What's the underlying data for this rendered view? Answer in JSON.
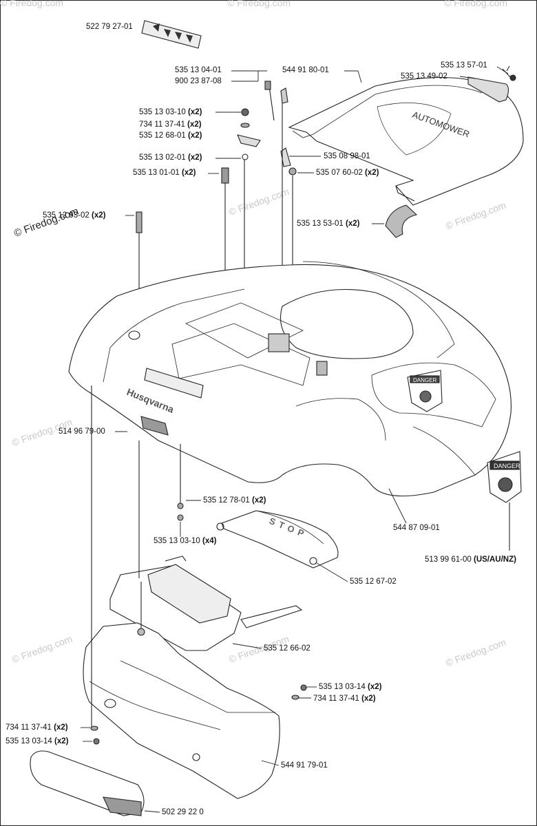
{
  "watermark": {
    "text": "© Firedog.com",
    "primary": "© Firedog.com"
  },
  "parts": [
    {
      "id": "p1",
      "number": "522 79 27-01",
      "qty": ""
    },
    {
      "id": "p2",
      "number": "535 13 04-01",
      "qty": ""
    },
    {
      "id": "p3",
      "number": "900 23 87-08",
      "qty": ""
    },
    {
      "id": "p4",
      "number": "544 91 80-01",
      "qty": ""
    },
    {
      "id": "p5",
      "number": "535 13 57-01",
      "qty": ""
    },
    {
      "id": "p6",
      "number": "535 13 49-02",
      "qty": ""
    },
    {
      "id": "p7",
      "number": "535 13 03-10",
      "qty": "(x2)"
    },
    {
      "id": "p8",
      "number": "734 11 37-41",
      "qty": "(x2)"
    },
    {
      "id": "p9",
      "number": "535 12 68-01",
      "qty": "(x2)"
    },
    {
      "id": "p10",
      "number": "535 13 02-01",
      "qty": "(x2)"
    },
    {
      "id": "p11",
      "number": "535 08 98-01",
      "qty": ""
    },
    {
      "id": "p12",
      "number": "535 13 01-01",
      "qty": "(x2)"
    },
    {
      "id": "p13",
      "number": "535 07 60-02",
      "qty": "(x2)"
    },
    {
      "id": "p14",
      "number": "535 12 93-02",
      "qty": "(x2)"
    },
    {
      "id": "p15",
      "number": "535 13 53-01",
      "qty": "(x2)"
    },
    {
      "id": "p16",
      "number": "514 96 79-00",
      "qty": ""
    },
    {
      "id": "p17",
      "number": "535 12 78-01",
      "qty": "(x2)"
    },
    {
      "id": "p18",
      "number": "535 13 03-10",
      "qty": "(x4)"
    },
    {
      "id": "p19",
      "number": "544 87 09-01",
      "qty": ""
    },
    {
      "id": "p20",
      "number": "513 99 61-00",
      "qty": "(US/AU/NZ)"
    },
    {
      "id": "p21",
      "number": "535 12 67-02",
      "qty": ""
    },
    {
      "id": "p22",
      "number": "535 12 66-02",
      "qty": ""
    },
    {
      "id": "p23",
      "number": "535 13 03-14",
      "qty": "(x2)"
    },
    {
      "id": "p24",
      "number": "734 11 37-41",
      "qty": "(x2)"
    },
    {
      "id": "p25",
      "number": "734 11 37-41",
      "qty": "(x2)"
    },
    {
      "id": "p26",
      "number": "535 13 03-14",
      "qty": "(x2)"
    },
    {
      "id": "p27",
      "number": "544 91 79-01",
      "qty": ""
    },
    {
      "id": "p28",
      "number": "502 29 22 0",
      "qty": ""
    }
  ],
  "graphics": {
    "brand": "Husqvarna",
    "stop": "STOP",
    "danger": "DANGER"
  }
}
